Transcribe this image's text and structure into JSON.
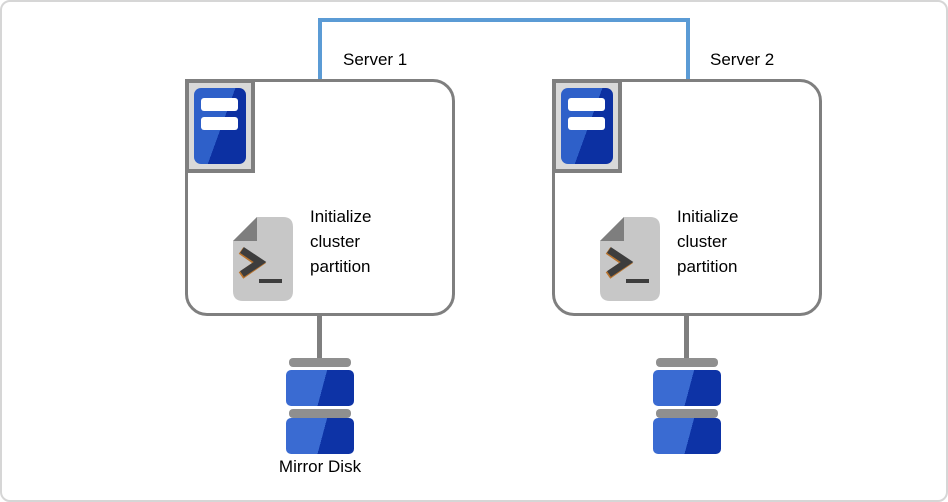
{
  "diagram": {
    "type": "cluster-architecture",
    "colors": {
      "canvas_border": "#d6d6d6",
      "heartbeat_link_blue": "#5b9bd5",
      "box_border_gray": "#7f7f7f",
      "icon_holder_bg": "#d9d9d9",
      "tower_blue_light": "#2e60c9",
      "tower_blue_dark": "#0c30a2",
      "disk_blue_light": "#3a6bd2",
      "disk_blue_dark": "#0d33a6",
      "disk_bar_gray": "#8f8f8f",
      "script_body_gray": "#c7c7c7",
      "script_fold_gray": "#7e7e7e",
      "script_glyph_dark": "#3d3d3d",
      "script_glyph_accent": "#b9742e"
    },
    "icons": {
      "server_tower": "blue tower with two white slots (css gradient rect)",
      "terminal_script": "gray document with folded corner, '>' prompt and underscore (svg)",
      "mirror_disk": "two stacked blue platters with gray bars (css rects)",
      "heartbeat_link": "blue bracket line joining both server boxes"
    }
  },
  "servers": [
    {
      "label": "Server 1",
      "action_label": "Initialize cluster partition",
      "disk_label": "Mirror Disk"
    },
    {
      "label": "Server 2",
      "action_label": "Initialize cluster partition",
      "disk_label": ""
    }
  ]
}
